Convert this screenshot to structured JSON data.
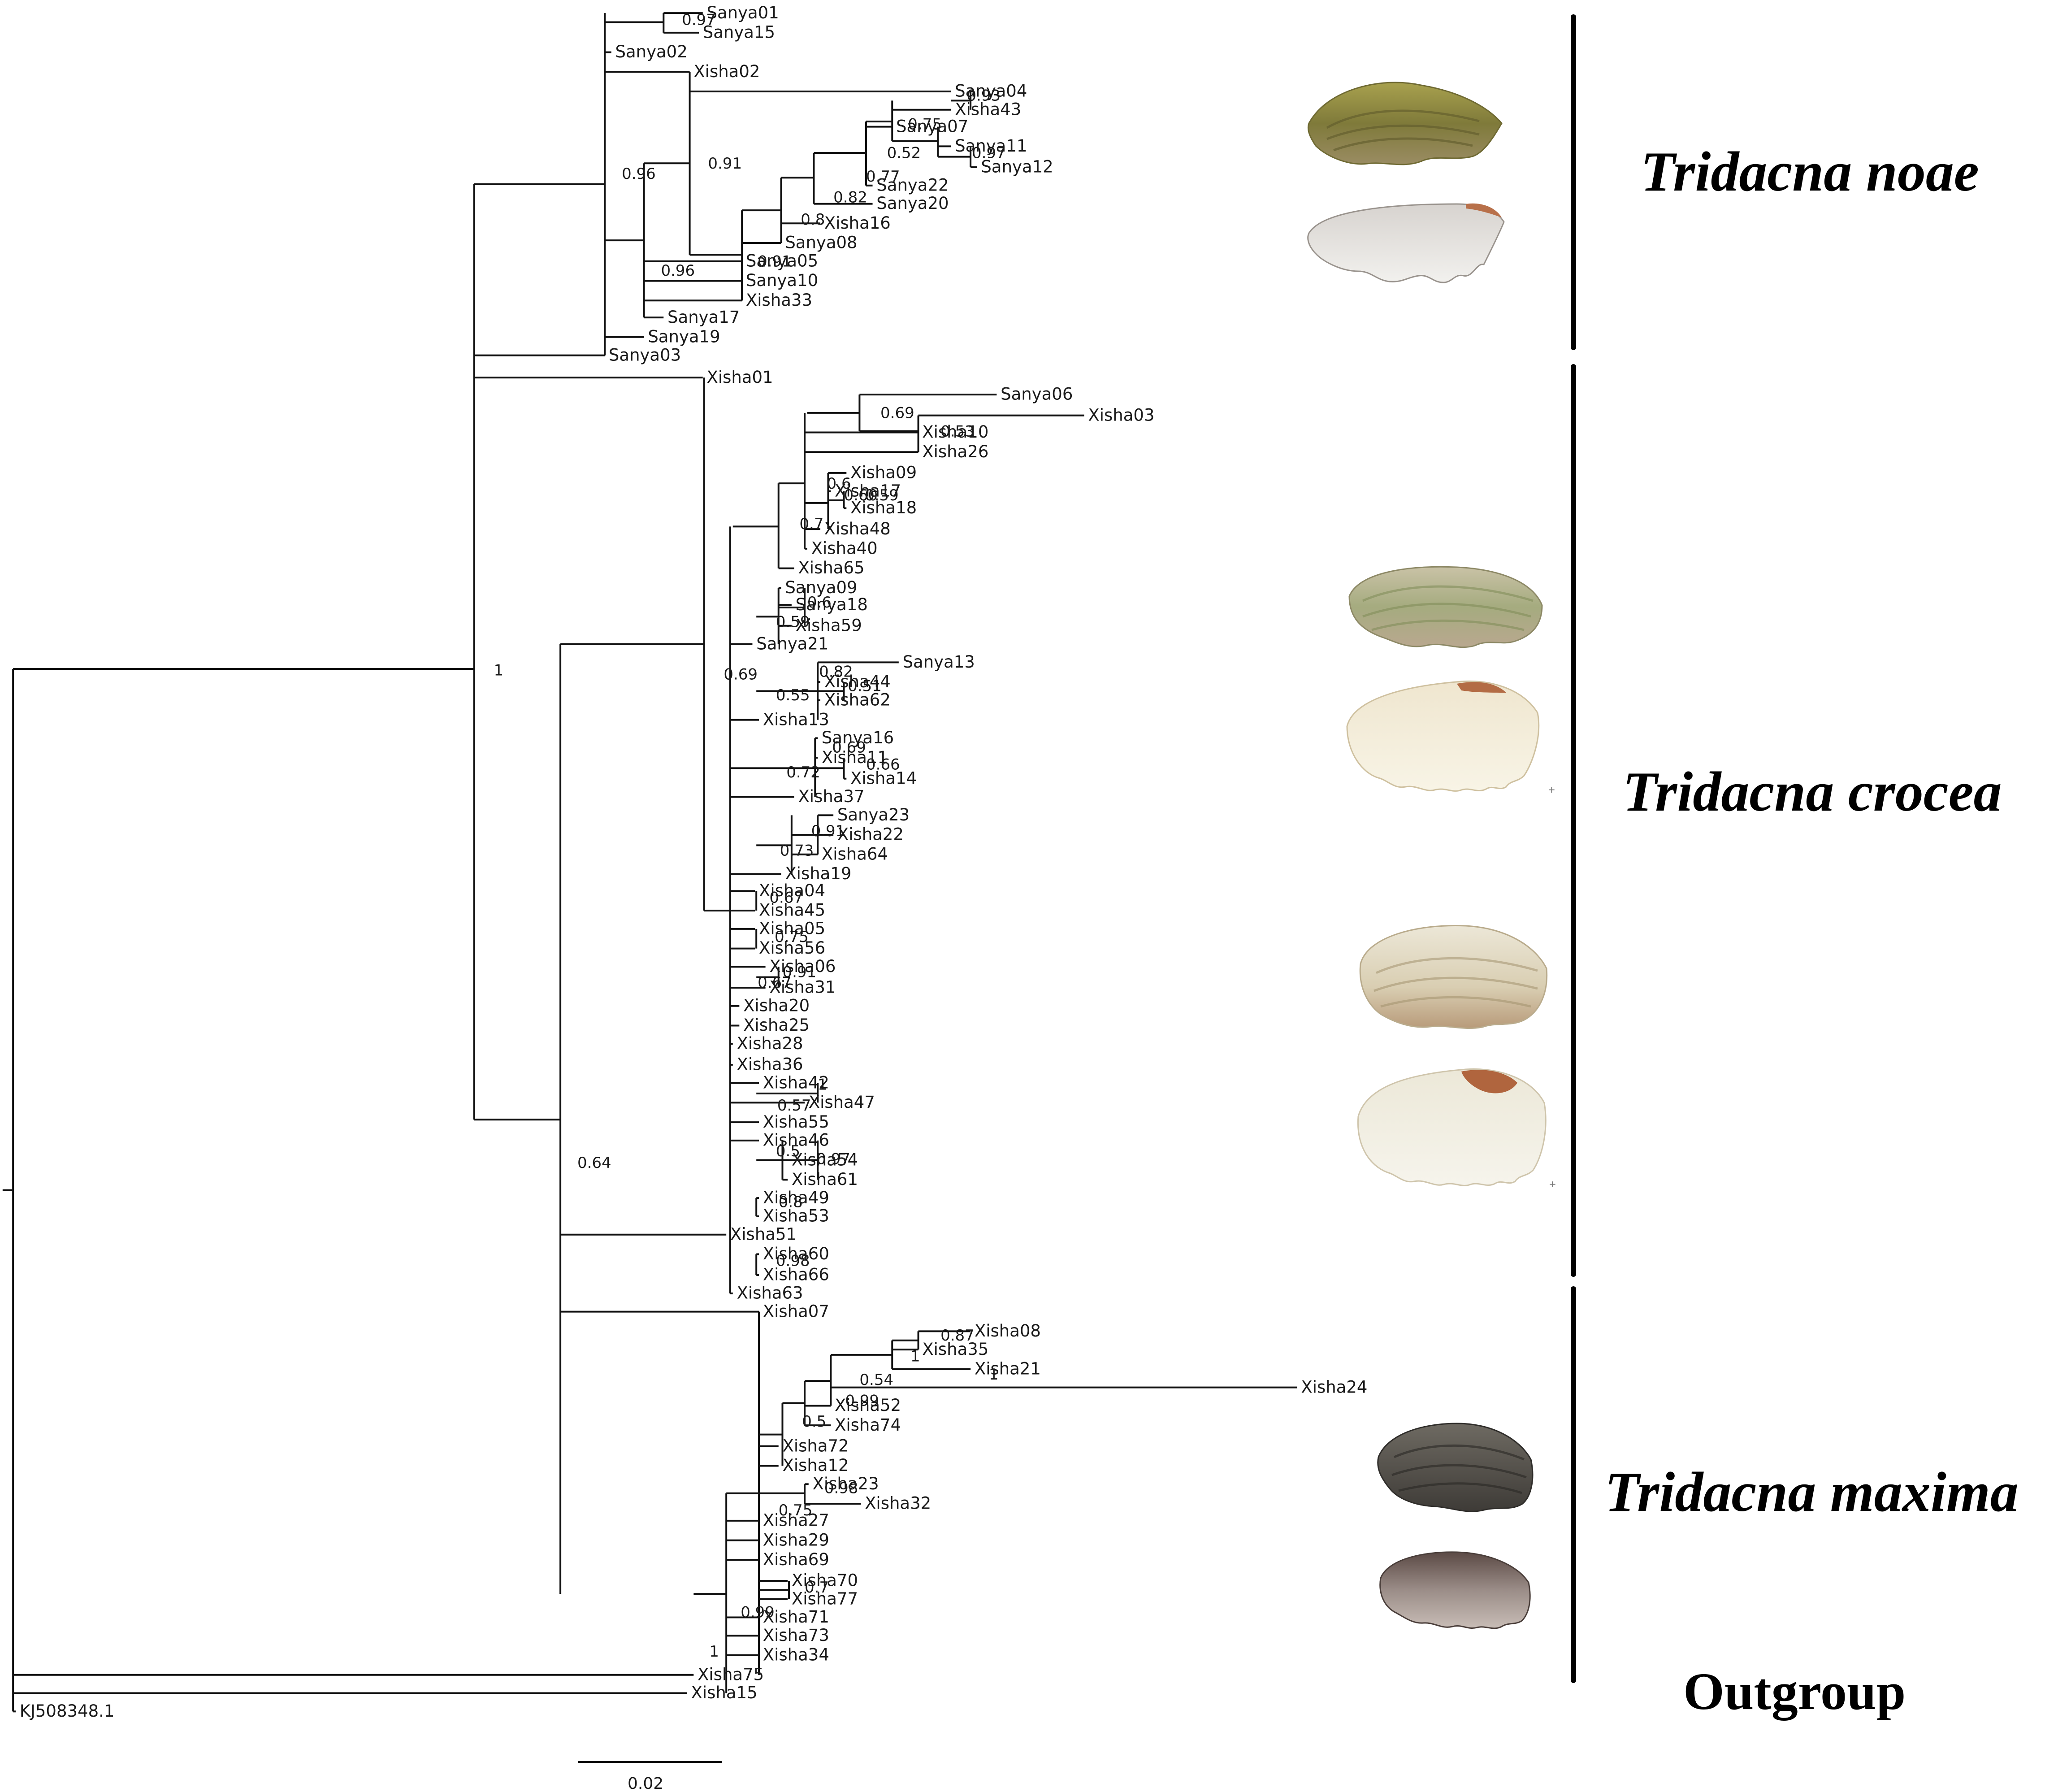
{
  "tree": {
    "leaves": [
      "Sanya01",
      "Sanya15",
      "Sanya02",
      "Xisha02",
      "Sanya04",
      "Xisha43",
      "Sanya07",
      "Sanya11",
      "Sanya12",
      "Sanya22",
      "Sanya20",
      "Xisha16",
      "Sanya08",
      "Sanya05",
      "Sanya10",
      "Xisha33",
      "Sanya17",
      "Sanya19",
      "Sanya03",
      "Xisha01",
      "Sanya06",
      "Xisha03",
      "Xisha10",
      "Xisha26",
      "Xisha09",
      "Xisha17",
      "Xisha18",
      "Xisha48",
      "Xisha40",
      "Xisha65",
      "Sanya09",
      "Sanya18",
      "Xisha59",
      "Sanya21",
      "Sanya13",
      "Xisha44",
      "Xisha62",
      "Xisha13",
      "Sanya16",
      "Xisha11",
      "Xisha14",
      "Xisha37",
      "Sanya23",
      "Xisha22",
      "Xisha64",
      "Xisha19",
      "Xisha04",
      "Xisha45",
      "Xisha05",
      "Xisha56",
      "Xisha06",
      "Xisha31",
      "Xisha20",
      "Xisha25",
      "Xisha28",
      "Xisha36",
      "Xisha42",
      "Xisha47",
      "Xisha55",
      "Xisha46",
      "Xisha54",
      "Xisha61",
      "Xisha49",
      "Xisha53",
      "Xisha51",
      "Xisha60",
      "Xisha66",
      "Xisha63",
      "Xisha07",
      "Xisha08",
      "Xisha35",
      "Xisha21",
      "Xisha24",
      "Xisha52",
      "Xisha74",
      "Xisha72",
      "Xisha12",
      "Xisha23",
      "Xisha32",
      "Xisha27",
      "Xisha29",
      "Xisha69",
      "Xisha70",
      "Xisha77",
      "Xisha71",
      "Xisha73",
      "Xisha34",
      "Xisha75",
      "Xisha15",
      "KJ508348.1"
    ],
    "support_values": [
      "0.97",
      "0.96",
      "0.91",
      "0.96",
      "0.93",
      "0.75",
      "0.52",
      "0.97",
      "0.77",
      "0.82",
      "0.8",
      "0.91",
      "1",
      "0.64",
      "0.69",
      "0.53",
      "0.6",
      "0.60",
      "0.59",
      "0.7",
      "0.6",
      "0.59",
      "0.69",
      "0.82",
      "0.55",
      "0.51",
      "0.69",
      "0.72",
      "0.66",
      "0.91",
      "0.73",
      "0.67",
      "0.75",
      "0.91",
      "0.67",
      "1",
      "0.57",
      "0.5",
      "0.97",
      "0.8",
      "0.98",
      "0.87",
      "1",
      "1",
      "0.54",
      "0.99",
      "0.5",
      "0.98",
      "0.75",
      "0.7",
      "0.99",
      "1"
    ]
  },
  "clades": [
    {
      "name": "Tridacna noae"
    },
    {
      "name": "Tridacna crocea"
    },
    {
      "name": "Tridacna maxima"
    },
    {
      "name": "Outgroup"
    }
  ],
  "scale_bar": {
    "label": "0.02"
  },
  "colors": {
    "branch": "#111111",
    "text": "#1a1a1a"
  }
}
